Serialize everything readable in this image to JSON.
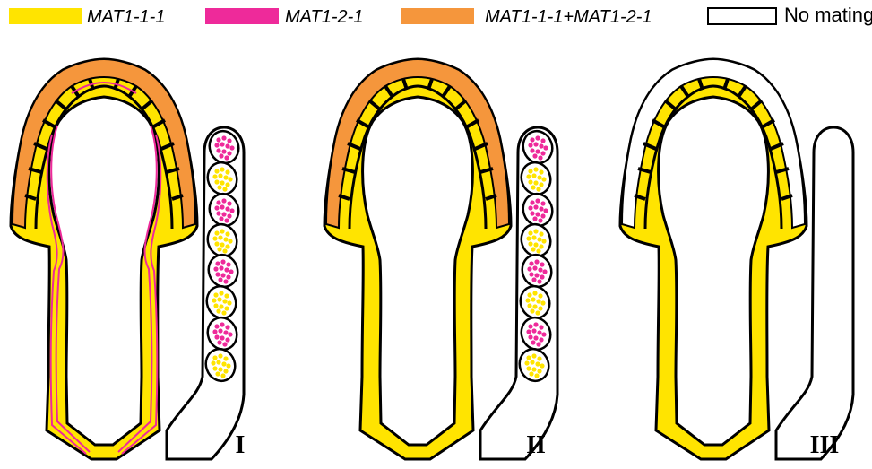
{
  "legend": {
    "items": [
      {
        "label": "MAT1-1-1",
        "color": "#FFE400",
        "italic": true
      },
      {
        "label": "MAT1-2-1",
        "color": "#EE2A9A",
        "italic": true
      },
      {
        "label": "MAT1-1-1+MAT1-2-1",
        "color": "#F5963C",
        "italic": true
      },
      {
        "label": "No mating",
        "color": "#FFFFFF",
        "italic": false
      }
    ]
  },
  "panels": [
    {
      "label": "I",
      "cap_color": "#F5963C",
      "body_color": "#FFE400",
      "stripes": true,
      "ascus": "mixed"
    },
    {
      "label": "II",
      "cap_color": "#F5963C",
      "body_color": "#FFE400",
      "stripes": false,
      "ascus": "mixed"
    },
    {
      "label": "III",
      "cap_color": "#FFFFFF",
      "body_color": "#FFE400",
      "stripes": false,
      "ascus": "empty"
    }
  ],
  "colors": {
    "outline": "#000000",
    "spore_yellow": "#FFE400",
    "spore_magenta": "#EE2A9A",
    "stripe": "#EE2A9A"
  }
}
